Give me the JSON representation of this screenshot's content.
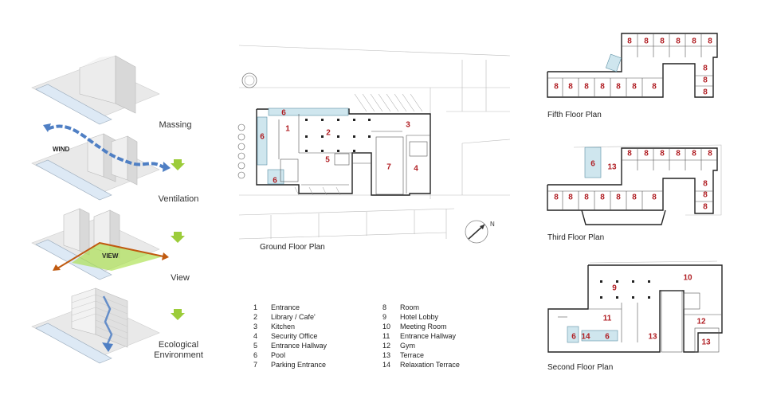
{
  "stages": {
    "massing": "Massing",
    "ventilation": "Ventilation",
    "view": "View",
    "ecological_line1": "Ecological",
    "ecological_line2": "Environment",
    "wind_label": "WIND",
    "view_label": "VIEW"
  },
  "plans": {
    "ground": "Ground Floor Plan",
    "fifth": "Fifth Floor Plan",
    "third": "Third Floor Plan",
    "second": "Second Floor Plan"
  },
  "legend": [
    {
      "num": "1",
      "label": "Entrance"
    },
    {
      "num": "2",
      "label": "Library / Cafe'"
    },
    {
      "num": "3",
      "label": "Kitchen"
    },
    {
      "num": "4",
      "label": "Security Office"
    },
    {
      "num": "5",
      "label": "Entrance Hallway"
    },
    {
      "num": "6",
      "label": "Pool"
    },
    {
      "num": "7",
      "label": "Parking Entrance"
    },
    {
      "num": "8",
      "label": "Room"
    },
    {
      "num": "9",
      "label": "Hotel Lobby"
    },
    {
      "num": "10",
      "label": "Meeting Room"
    },
    {
      "num": "11",
      "label": "Entrance Hallway"
    },
    {
      "num": "12",
      "label": "Gym"
    },
    {
      "num": "13",
      "label": "Terrace"
    },
    {
      "num": "14",
      "label": "Relaxation Terrace"
    }
  ],
  "colors": {
    "room_number": "#b01e23",
    "wind_arrow": "#4f7fc4",
    "view_arrow": "#c05a10",
    "view_zone": "#a9e04a",
    "step_arrow": "#9ccc3a",
    "pool": "#cfe6ee"
  }
}
